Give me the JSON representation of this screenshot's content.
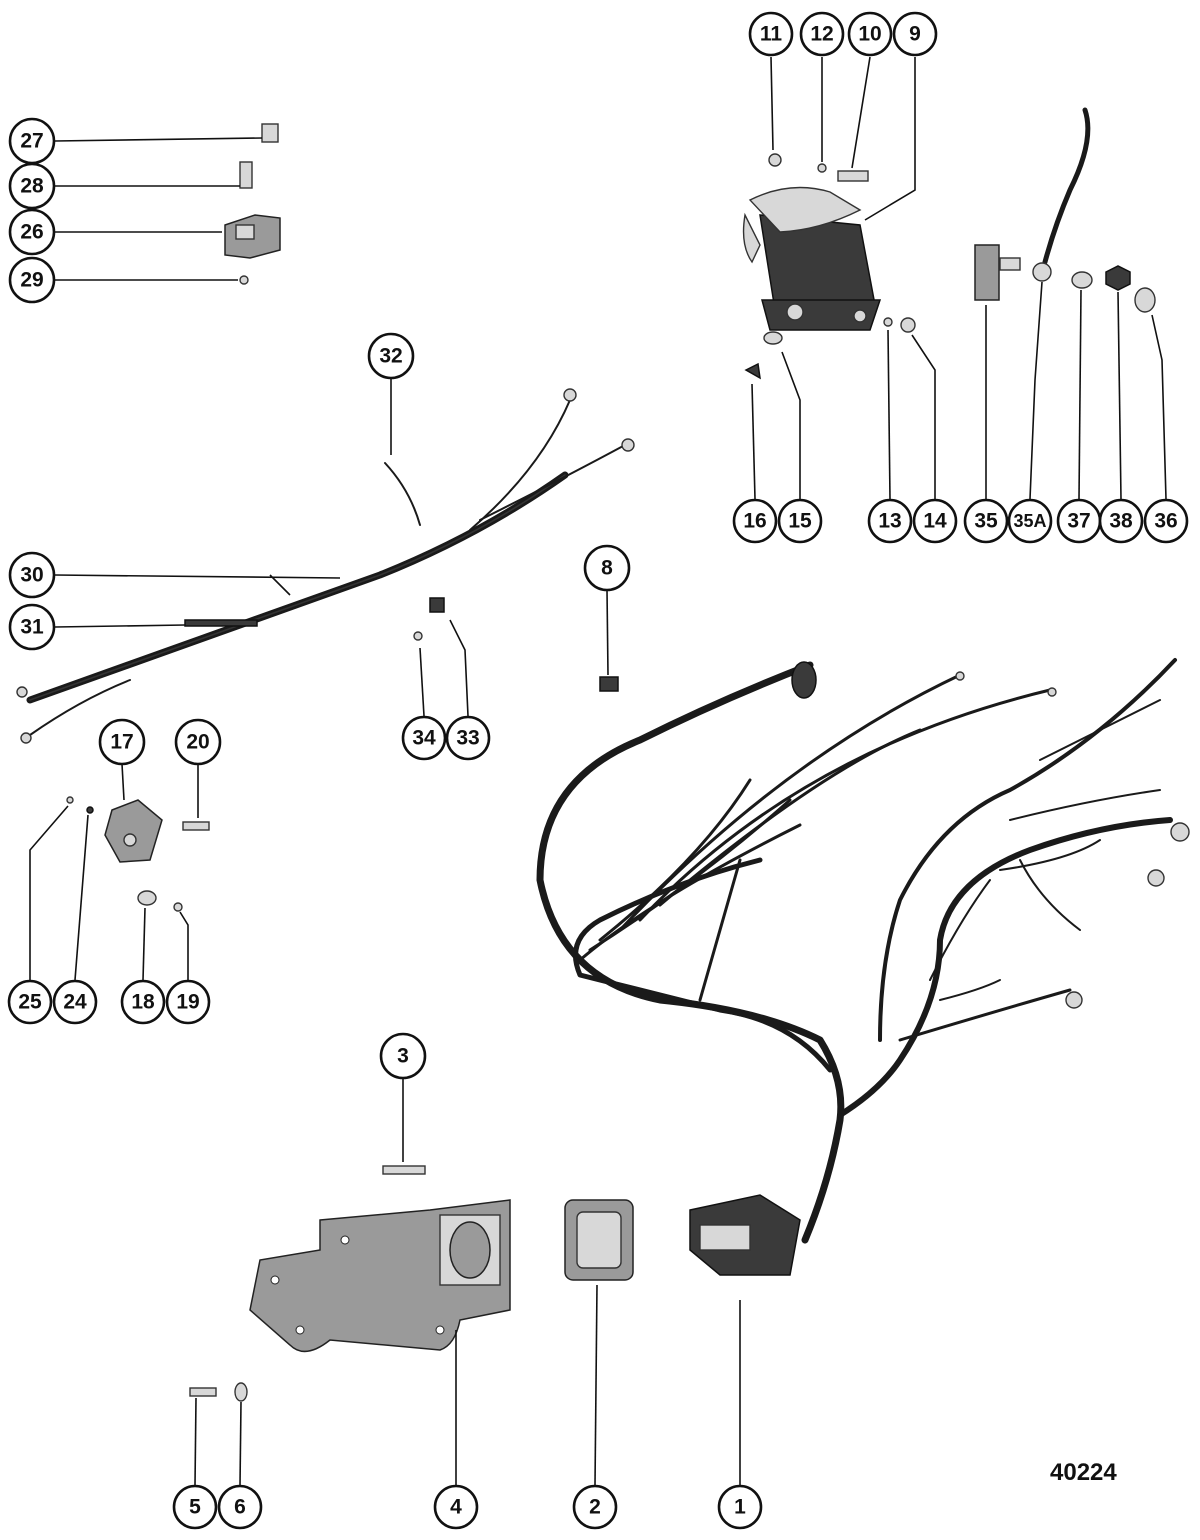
{
  "diagram_number": "40224",
  "callouts": [
    "1",
    "2",
    "3",
    "4",
    "5",
    "6",
    "8",
    "9",
    "10",
    "11",
    "12",
    "13",
    "14",
    "15",
    "16",
    "17",
    "18",
    "19",
    "20",
    "24",
    "25",
    "26",
    "27",
    "28",
    "29",
    "30",
    "31",
    "32",
    "33",
    "34",
    "35",
    "35A",
    "36",
    "37",
    "38"
  ],
  "colors": {
    "ink": "#111111",
    "paper": "#ffffff",
    "part_fill": "#9a9a9a"
  }
}
